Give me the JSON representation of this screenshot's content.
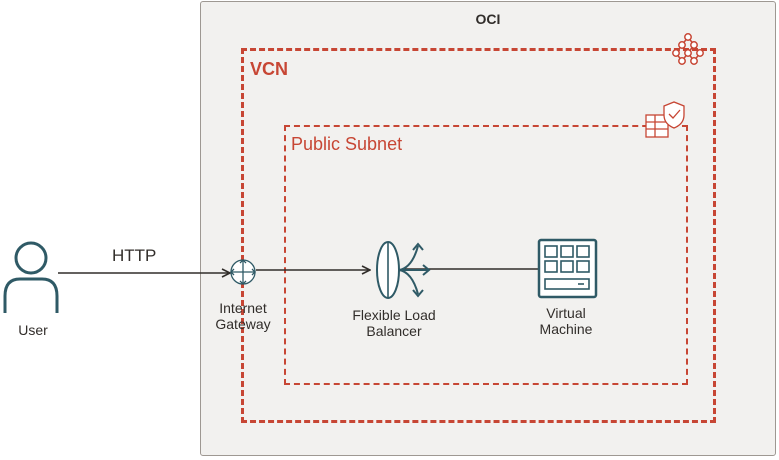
{
  "diagram": {
    "oci_label": "OCI",
    "vcn_label": "VCN",
    "subnet_label": "Public Subnet",
    "user_label": "User",
    "http_label": "HTTP",
    "igw_label": [
      "Internet",
      "Gateway"
    ],
    "lb_label": [
      "Flexible Load",
      "Balancer"
    ],
    "vm_label": [
      "Virtual",
      "Machine"
    ]
  },
  "colors": {
    "accent": "#c74634",
    "icon": "#2f5a66",
    "line": "#312d2a",
    "oci_background": "#f2f1ef"
  },
  "icons": [
    "user-icon",
    "internet-gateway-icon",
    "load-balancer-icon",
    "virtual-machine-icon",
    "vcn-icon",
    "subnet-security-icon"
  ]
}
